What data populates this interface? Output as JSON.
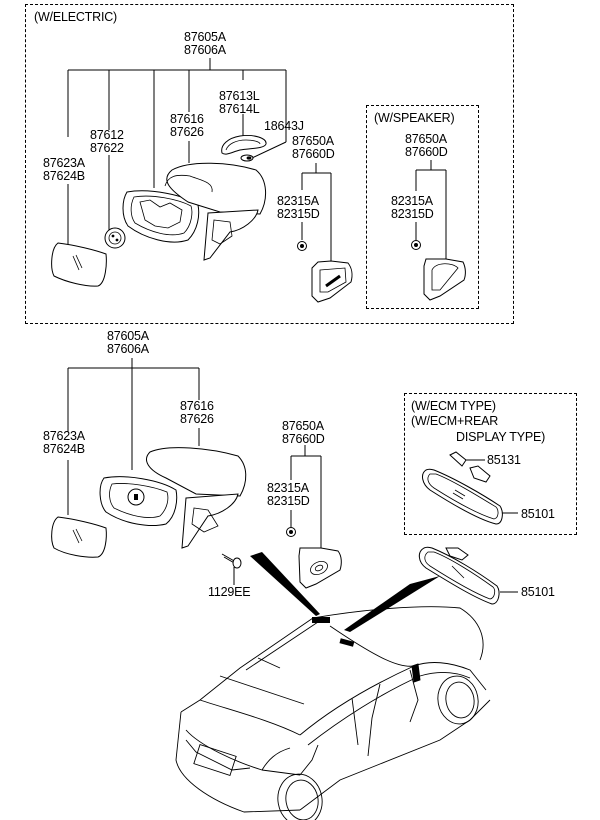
{
  "groups": {
    "electric": {
      "title": "(W/ELECTRIC)",
      "assembly": [
        "87605A",
        "87606A"
      ],
      "parts": {
        "mirror_glass": [
          "87623A",
          "87624B"
        ],
        "actuator": [
          "87612",
          "87622"
        ],
        "cover": [
          "87616",
          "87626"
        ],
        "side_repeater": [
          "87613L",
          "87614L"
        ],
        "bulb": [
          "18643J"
        ],
        "garnish": [
          "87650A",
          "87660D"
        ],
        "clip": [
          "82315A",
          "82315D"
        ]
      }
    },
    "speaker": {
      "title": "(W/SPEAKER)",
      "parts": {
        "garnish": [
          "87650A",
          "87660D"
        ],
        "clip": [
          "82315A",
          "82315D"
        ]
      }
    },
    "manual": {
      "assembly": [
        "87605A",
        "87606A"
      ],
      "parts": {
        "mirror_glass": [
          "87623A",
          "87624B"
        ],
        "cover": [
          "87616",
          "87626"
        ],
        "garnish": [
          "87650A",
          "87660D"
        ],
        "clip": [
          "82315A",
          "82315D"
        ],
        "screw": [
          "1129EE"
        ]
      }
    },
    "ecm": {
      "title_lines": [
        "(W/ECM TYPE)",
        "(W/ECM+REAR",
        "DISPLAY TYPE)"
      ],
      "parts": {
        "cover": [
          "85131"
        ],
        "inside_mirror": [
          "85101"
        ]
      }
    },
    "inside_mirror_std": {
      "parts": {
        "inside_mirror": [
          "85101"
        ]
      }
    }
  }
}
